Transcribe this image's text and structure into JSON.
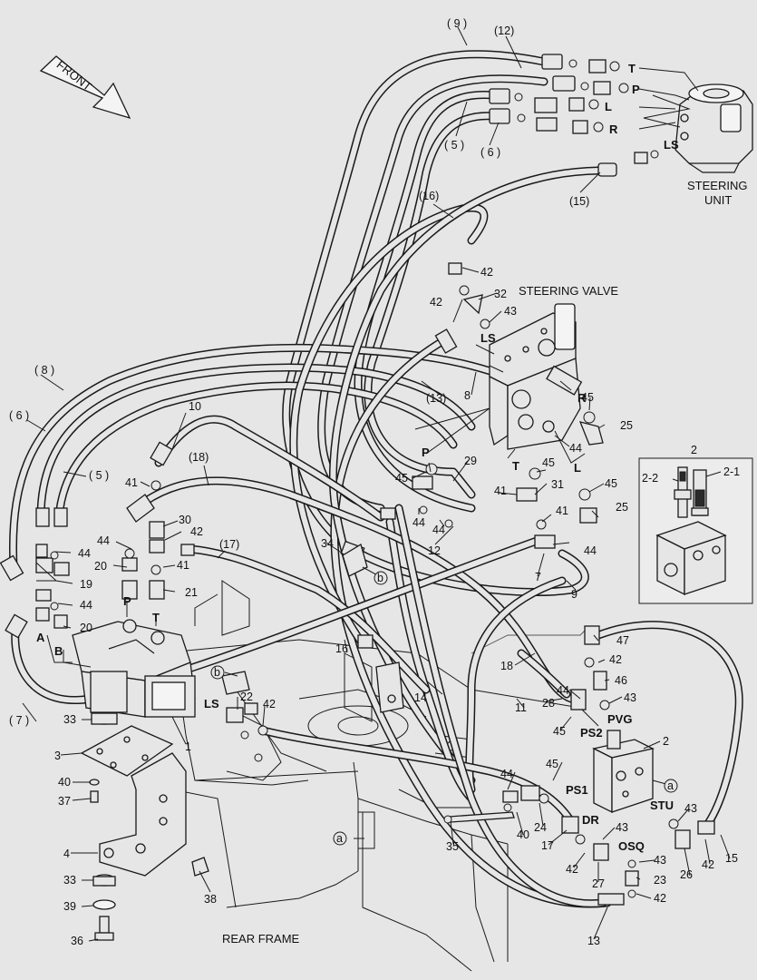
{
  "titles": {
    "steering_unit_1": "STEERING",
    "steering_unit_2": "UNIT",
    "steering_valve": "STEERING VALVE",
    "rear_frame": "REAR FRAME",
    "front": "FRONT"
  },
  "inset_number": "2",
  "labels": {
    "c9": "( 9 )",
    "c12": "(12)",
    "c5t": "( 5 )",
    "c6t": "( 6 )",
    "c15": "(15)",
    "c16": "(16)",
    "c13": "(13)",
    "c8": "( 8 )",
    "c6l": "( 6 )",
    "c5l": "( 5 )",
    "c18": "(18)",
    "c17": "(17)",
    "c7": "( 7 )",
    "n10": "10",
    "n41a": "41",
    "n30": "30",
    "n42a": "42",
    "n44a": "44",
    "n20a": "20",
    "n41b": "41",
    "n21": "21",
    "n44b": "44",
    "n19": "19",
    "n44c": "44",
    "n20b": "20",
    "n33a": "33",
    "n3": "3",
    "n40a": "40",
    "n37": "37",
    "n4": "4",
    "n33b": "33",
    "n39": "39",
    "n36": "36",
    "n38": "38",
    "n1": "1",
    "n22": "22",
    "n42b": "42",
    "n34": "34",
    "n16": "16",
    "n12": "12",
    "n44d": "44",
    "n44e": "44",
    "n29": "29",
    "n45a": "45",
    "n41c": "41",
    "n31": "31",
    "n45b": "45",
    "n41d": "41",
    "n44f": "44",
    "n25a": "25",
    "n45c": "45",
    "n7": "7",
    "n9": "9",
    "n8": "8",
    "n45d": "45",
    "n25b": "25",
    "n44g": "44",
    "n42c": "42",
    "n42d": "42",
    "n32": "32",
    "n43a": "43",
    "n18": "18",
    "n14": "14",
    "n11": "11",
    "n47": "47",
    "n42e": "42",
    "n44h": "44",
    "n46": "46",
    "n28": "28",
    "n43b": "43",
    "n45e": "45",
    "n2": "2",
    "n45f": "45",
    "n44i": "44",
    "n24": "24",
    "n40b": "40",
    "n17": "17",
    "n35": "35",
    "n43c": "43",
    "n42f": "42",
    "n27": "27",
    "n43d": "43",
    "n23": "23",
    "n42g": "42",
    "n13": "13",
    "n43e": "43",
    "n26": "26",
    "n42h": "42",
    "n15": "15",
    "n2_1": "2-1",
    "n2_2": "2-2"
  },
  "ports": {
    "T1": "T",
    "P1": "P",
    "L1": "L",
    "R1": "R",
    "LS1": "LS",
    "LS2": "LS",
    "R2": "R",
    "P2": "P",
    "T2": "T",
    "L2": "L",
    "P3": "P",
    "T3": "T",
    "A": "A",
    "B": "B",
    "LS3": "LS",
    "PS2": "PS2",
    "PVG": "PVG",
    "PS1": "PS1",
    "DR": "DR",
    "STU": "STU",
    "OSQ": "OSQ"
  },
  "refs": {
    "a1": "a",
    "a2": "a",
    "b1": "b",
    "b2": "b"
  },
  "icons": {
    "front_arrow": "front-arrow-icon"
  }
}
